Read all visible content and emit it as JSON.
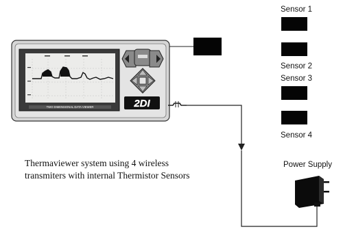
{
  "device": {
    "bottom_text": "TWO DIMENSIONAL DATA VIEWER",
    "logo": "2DI",
    "buttons": [
      "left",
      "up",
      "right",
      "down",
      "center"
    ]
  },
  "sensors": [
    {
      "label": "Sensor 1"
    },
    {
      "label": "Sensor 2"
    },
    {
      "label": "Sensor 3"
    },
    {
      "label": "Sensor 4"
    }
  ],
  "caption": {
    "line1": "Thermaviewer system using 4 wireless",
    "line2": "transmiters with internal Thermistor Sensors"
  },
  "power_supply": {
    "label": "Power Supply"
  },
  "colors": {
    "ink": "#111111",
    "lcd": "#e8e8e4",
    "body": "#d9d9d9",
    "keypad": "#8c8c8c"
  }
}
